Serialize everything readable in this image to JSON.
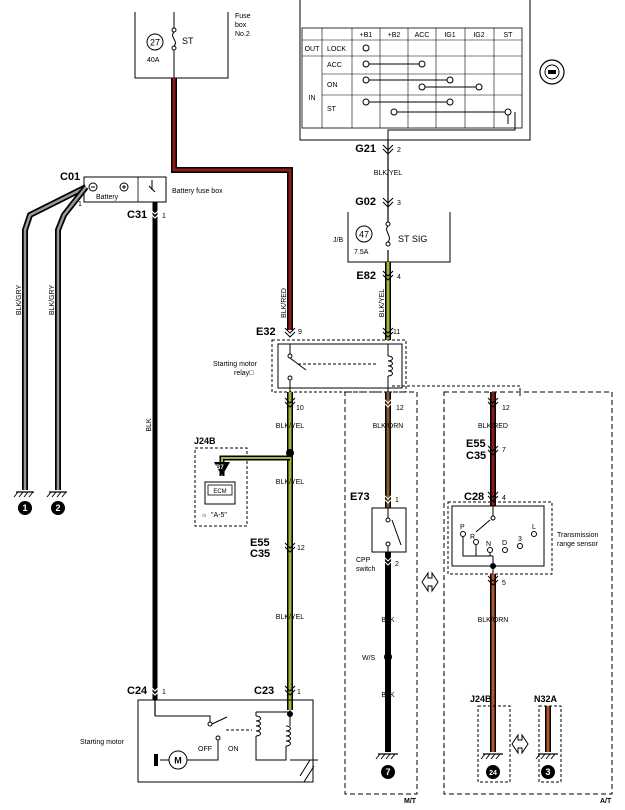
{
  "fuse_box": {
    "fuse_number": "27",
    "fuse_name": "ST",
    "rating": "40A",
    "label_line1": "Fuse",
    "label_line2": "box",
    "label_line3": "No.2"
  },
  "ignition_switch": {
    "headers": [
      "+B1",
      "+B2",
      "ACC",
      "IG1",
      "IG2",
      "ST"
    ],
    "out_label": "OUT",
    "in_label": "IN",
    "rows": [
      "LOCK",
      "ACC",
      "ON",
      "ST"
    ]
  },
  "connectors": {
    "g21": {
      "name": "G21",
      "pin": "2"
    },
    "g02": {
      "name": "G02",
      "pin": "3"
    },
    "e82": {
      "name": "E82",
      "pin": "4"
    },
    "e32": {
      "name": "E32",
      "pin_left": "9",
      "pin_right": "11"
    },
    "c01": {
      "name": "C01",
      "pin": "1"
    },
    "c31": {
      "name": "C31",
      "pin": "1"
    },
    "relay_out_pins": {
      "left": "10",
      "right": "12"
    },
    "e55_c35_mt": {
      "name1": "E55",
      "name2": "C35",
      "pin": "12"
    },
    "e73": {
      "name": "E73",
      "pin_top": "1",
      "pin_bottom": "2"
    },
    "e55_c35_at": {
      "name1": "E55",
      "name2": "C35",
      "pin": "7"
    },
    "c28": {
      "name": "C28",
      "pin_top": "4",
      "pin_bottom": "5"
    },
    "at_top_pin": "12",
    "c24": {
      "name": "C24",
      "pin": "1"
    },
    "c23": {
      "name": "C23",
      "pin": "1"
    },
    "j24b_bottom": "J24B",
    "n32a": "N32A"
  },
  "wire_labels": {
    "g21_e82": "BLK/YEL",
    "e82_e32": "BLK/YEL",
    "fuse_relay": "BLK/RED",
    "battery_left1": "BLK/GRY",
    "battery_left2": "BLK/GRY",
    "battery_starter": "BLK",
    "relay_starter1": "BLK/YEL",
    "relay_starter2": "BLK/YEL",
    "relay_starter3": "BLK/YEL",
    "mt_orn": "BLK/ORN",
    "mt_blk1": "BLK",
    "mt_blk2": "BLK",
    "at_red": "BLK/RED",
    "at_orn": "BLK/ORN"
  },
  "jb": {
    "label": "J/B",
    "fuse_number": "47",
    "rating": "7.5A",
    "fuse_name": "ST SIG"
  },
  "battery": {
    "label": "Battery",
    "fuse_box_label": "Battery fuse box"
  },
  "relay": {
    "label_line1": "Starting motor",
    "label_line2": "relay□"
  },
  "ecm": {
    "connector": "J24B",
    "pin": "B7",
    "label": "ECM",
    "ref": "\"A-5\""
  },
  "cpp": {
    "label_line1": "CPP",
    "label_line2": "switch"
  },
  "ws_label": "W/S",
  "trs": {
    "label_line1": "Transmission",
    "label_line2": "range sensor",
    "positions": [
      "P",
      "R",
      "N",
      "D",
      "3",
      "L"
    ]
  },
  "starter": {
    "label": "Starting motor",
    "motor": "M",
    "off": "OFF",
    "on": "ON"
  },
  "grounds": [
    "1",
    "2",
    "7",
    "24",
    "3"
  ],
  "mode_labels": {
    "mt": "M/T",
    "at": "A/T"
  }
}
